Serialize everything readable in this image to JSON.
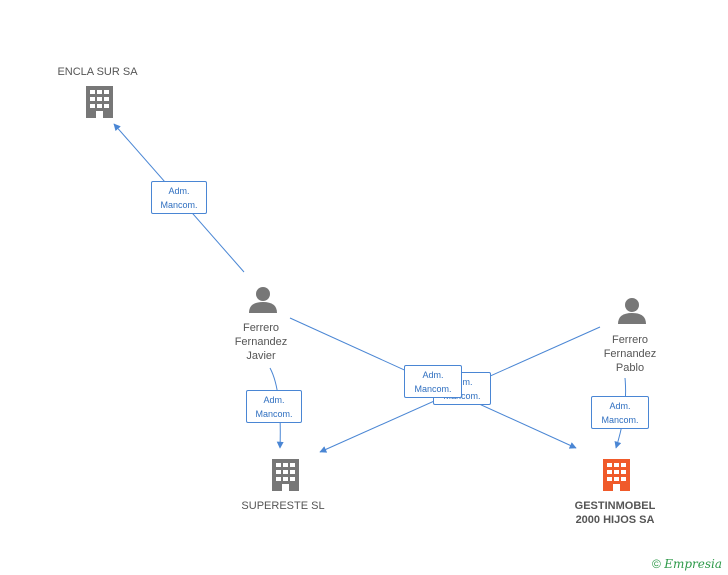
{
  "colors": {
    "edge": "#4a86d4",
    "company": "#777777",
    "company_highlight": "#f05a2a",
    "person": "#777777",
    "brand": "#2e9a4a"
  },
  "nodes": {
    "encla_sur": {
      "label": "ENCLA SUR SA",
      "icon": "building-icon"
    },
    "supereste": {
      "label": "SUPERESTE SL",
      "icon": "building-icon"
    },
    "gestinmobel": {
      "label": "GESTINMOBEL\n2000 HIJOS SA",
      "icon": "building-icon"
    },
    "ferrero_javier": {
      "label": "Ferrero\nFernandez\nJavier",
      "icon": "person-icon"
    },
    "ferrero_pablo": {
      "label": "Ferrero\nFernandez\nPablo",
      "icon": "person-icon"
    }
  },
  "edges": {
    "javier_encla": "Adm.\nMancom.",
    "javier_supereste": "Adm.\nMancom.",
    "javier_gestinmobel": "Adm.\nMancom.",
    "pablo_supereste": "Adm.\nMancom.",
    "pablo_gestinmobel": "Adm.\nMancom."
  },
  "footer": {
    "copyright": "©",
    "brand": "Empresia"
  }
}
